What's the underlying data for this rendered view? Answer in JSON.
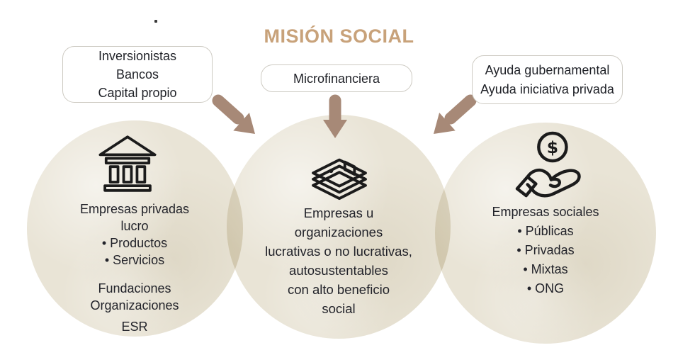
{
  "title": "MISIÓN SOCIAL",
  "funding_sources": [
    {
      "id": "equity",
      "lines": [
        "Inversionistas",
        "Bancos",
        "Capital propio"
      ]
    },
    {
      "id": "microfinance",
      "lines": [
        "Microfinanciera"
      ]
    },
    {
      "id": "aid",
      "lines": [
        "Ayuda gubernamental",
        "Ayuda iniciativa privada"
      ]
    }
  ],
  "circles": [
    {
      "icon": "bank-icon",
      "lines": [
        "Empresas privadas",
        "lucro",
        "• Productos",
        "• Servicios",
        "Fundaciones",
        "Organizaciones",
        "ESR"
      ]
    },
    {
      "icon": "money-stack-icon",
      "lines": [
        "Empresas u",
        "organizaciones",
        "lucrativas o no lucrativas,",
        "autosustentables",
        "con alto beneficio",
        "social"
      ]
    },
    {
      "icon": "dollar-hand-icon",
      "lines": [
        "Empresas sociales",
        "• Públicas",
        "• Privadas",
        "• Mixtas",
        "• ONG"
      ]
    }
  ],
  "arrows": [
    {
      "icon": "arrow-down-right-icon"
    },
    {
      "icon": "arrow-down-icon"
    },
    {
      "icon": "arrow-down-left-icon"
    }
  ],
  "currency_symbol": "$",
  "colors": {
    "title": "#c8a27a",
    "arrow": "#a78977",
    "circle_fill": "#e9e4d6",
    "circle_overlap": "#d6cfb9",
    "text": "#1f2127",
    "box_border": "#cdcac2",
    "icon_stroke": "#1b1b1b"
  }
}
